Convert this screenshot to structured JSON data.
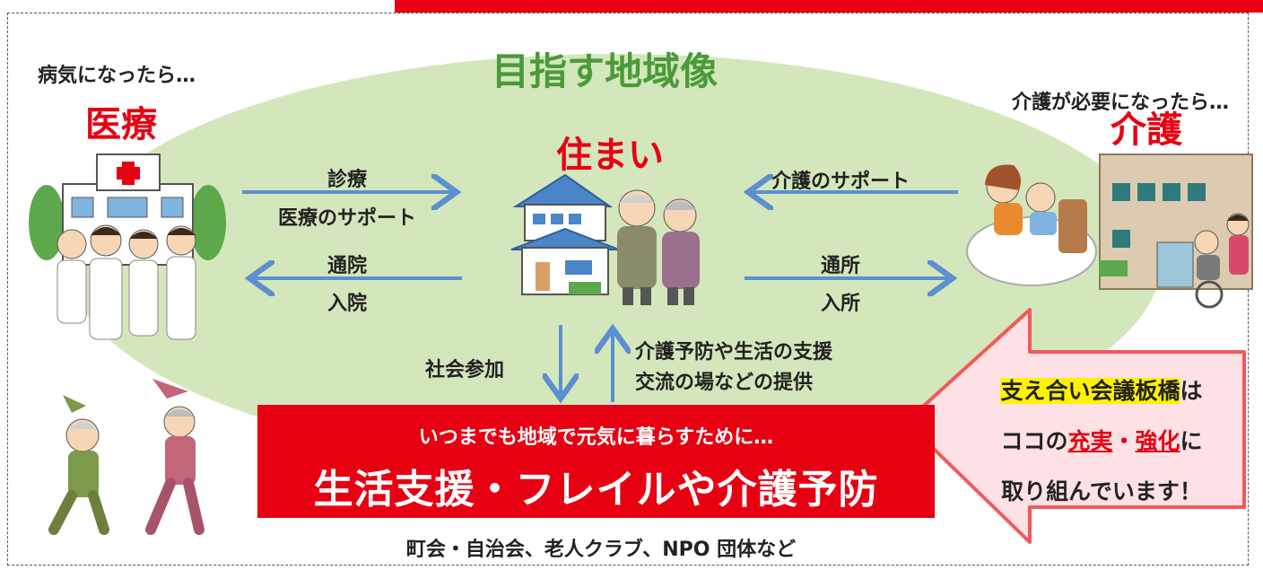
{
  "title": "目指す地域像",
  "medical": {
    "caption": "病気になったら…",
    "heading": "医療"
  },
  "care": {
    "caption": "介護が必要になったら…",
    "heading": "介護"
  },
  "home": {
    "heading": "住まい"
  },
  "arrows": {
    "to_home_from_medical": [
      "診療",
      "医療のサポート"
    ],
    "to_medical": [
      "通院",
      "入院"
    ],
    "to_home_from_care": "介護のサポート",
    "to_care": [
      "通所",
      "入所"
    ],
    "down": "社会参加",
    "up": [
      "介護予防や生活の支援",
      "交流の場などの提供"
    ]
  },
  "banner": {
    "subtitle": "いつまでも地域で元気に暮らすために…",
    "title": "生活支援・フレイルや介護予防"
  },
  "footer": "町会・自治会、老人クラブ、NPO 団体など",
  "callout": {
    "line1_highlight": "支え合い会議板橋",
    "line1_rest": "は",
    "line2_pre": "ココの",
    "line2_u1": "充実",
    "line2_dot": "・",
    "line2_u2": "強化",
    "line2_post": "に",
    "line3": "取り組んでいます！"
  },
  "colors": {
    "green_title": "#4a9a3a",
    "red": "#e60012",
    "arrow": "#5b8fd0",
    "ellipse": "#d4e6bb",
    "highlight": "#fff200"
  }
}
